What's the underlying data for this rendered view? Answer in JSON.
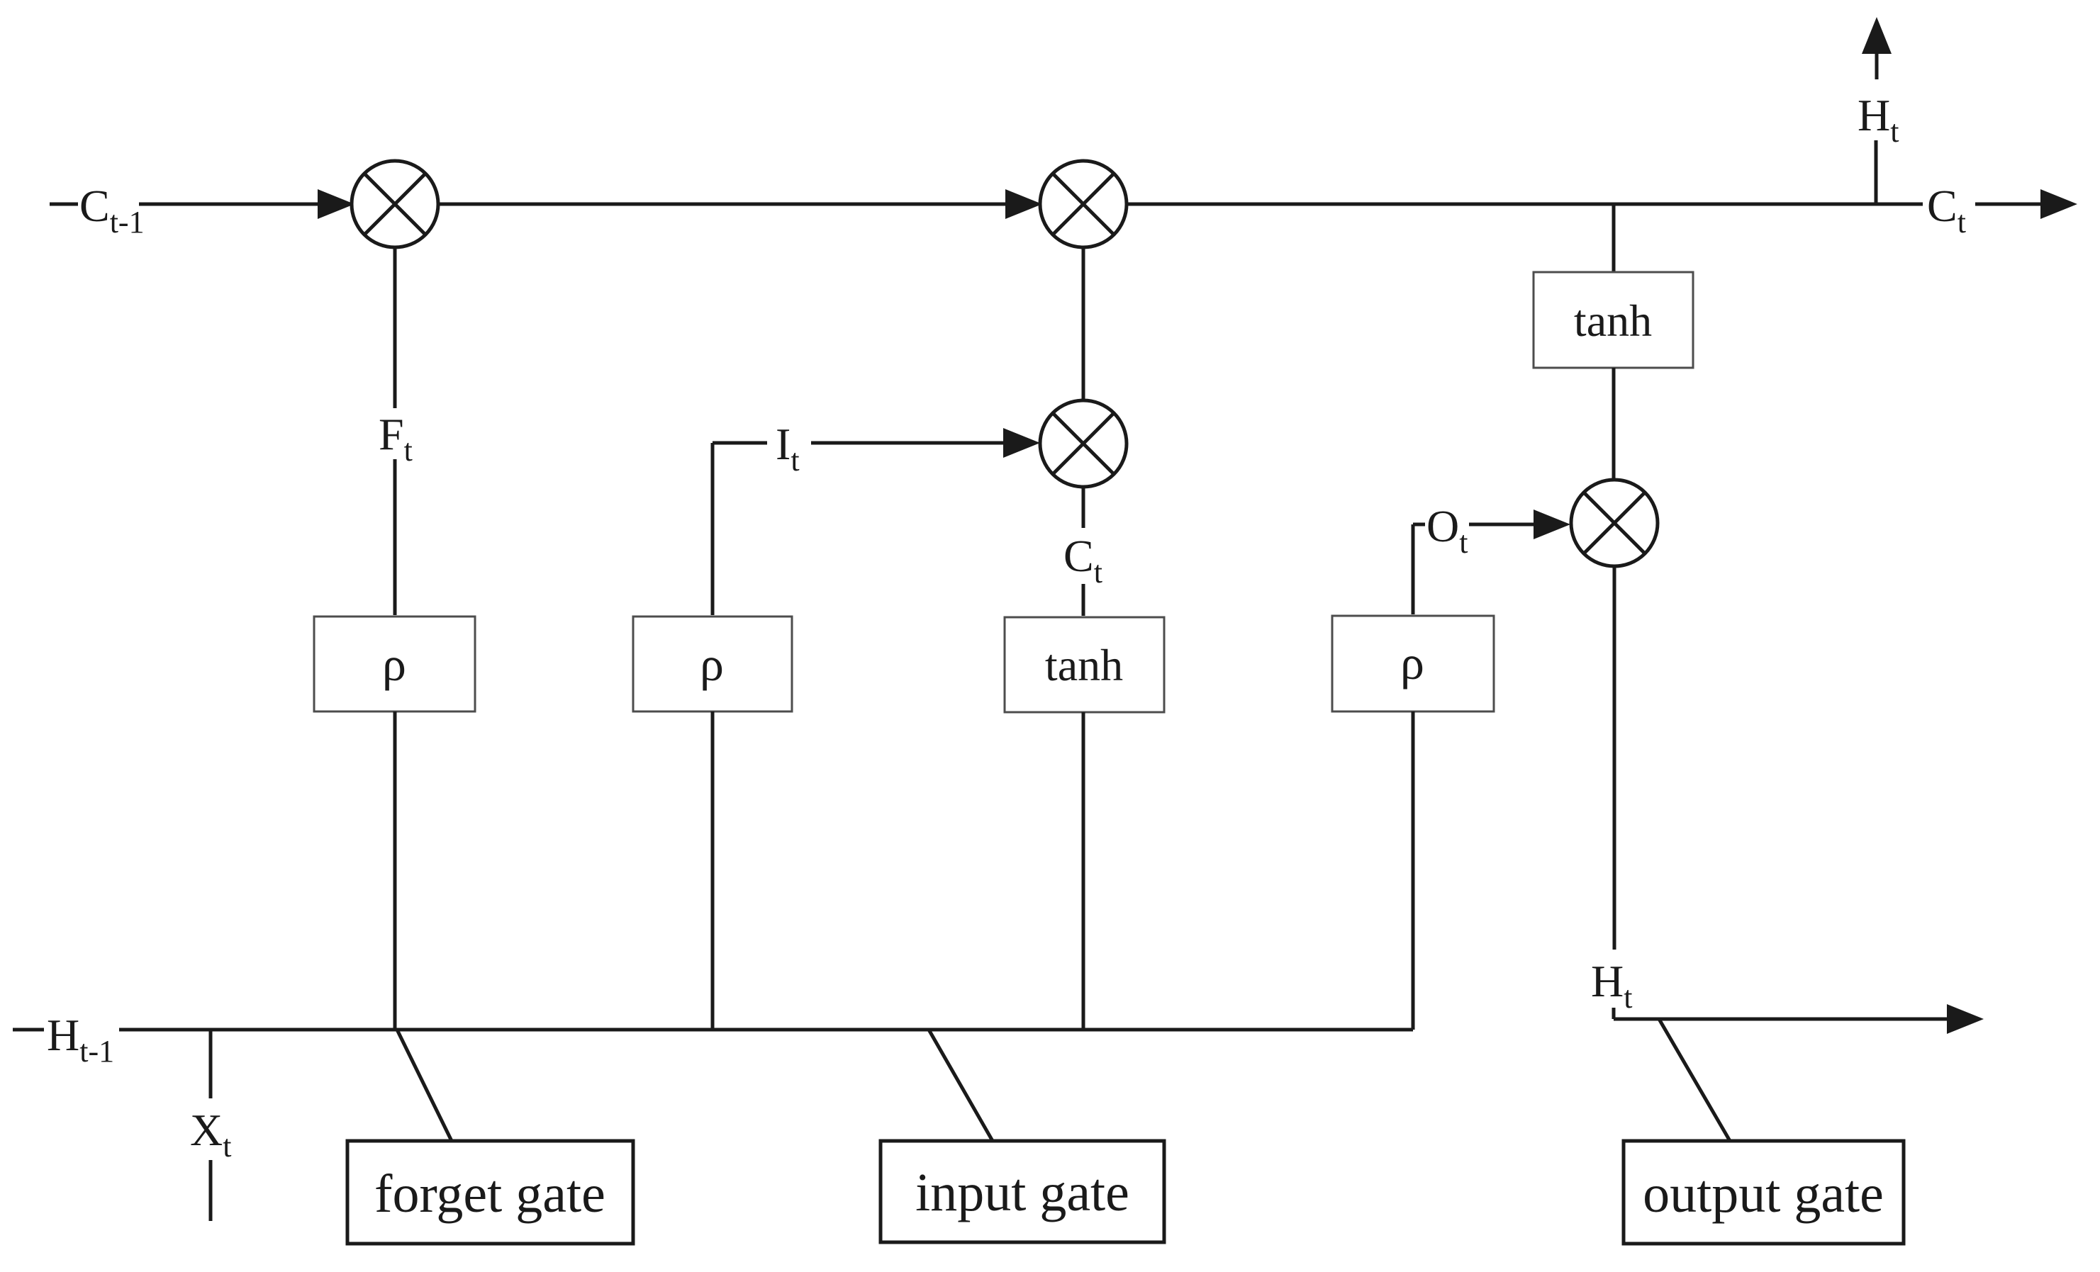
{
  "diagram": {
    "node_labels": {
      "c_prev": {
        "main": "C",
        "sub": "t-1"
      },
      "h_prev": {
        "main": "H",
        "sub": "t-1"
      },
      "x_in": {
        "main": "X",
        "sub": "t"
      },
      "f_signal": {
        "main": "F",
        "sub": "t"
      },
      "i_signal": {
        "main": "I",
        "sub": "t"
      },
      "c_candidate": {
        "main": "C",
        "sub": "t"
      },
      "o_signal": {
        "main": "O",
        "sub": "t"
      },
      "h_out_top": {
        "main": "H",
        "sub": "t"
      },
      "c_out": {
        "main": "C",
        "sub": "t"
      },
      "h_out_bottom": {
        "main": "H",
        "sub": "t"
      }
    },
    "function_boxes": {
      "forget_activation": "ρ",
      "input_activation": "ρ",
      "candidate_activation": "tanh",
      "output_activation": "ρ",
      "cell_output_activation": "tanh"
    },
    "gate_boxes": {
      "forget": "forget gate",
      "input": "input gate",
      "output": "output gate"
    },
    "colors": {
      "line": "#1a1a1a",
      "thin_box_border": "#4d4d4d",
      "background": "#ffffff"
    }
  }
}
